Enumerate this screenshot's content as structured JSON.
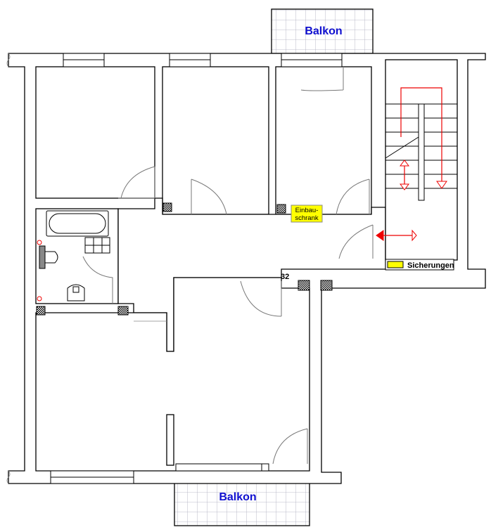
{
  "labels": {
    "balcony_top": "Balkon",
    "balcony_bottom": "Balkon",
    "built_in_closet_line1": "Einbau-",
    "built_in_closet_line2": "schrank",
    "fuse_box": "Sicherungen",
    "unit_number": "32"
  },
  "colors": {
    "balcony_label": "#1010d0",
    "highlight": "#ffff00",
    "arrow": "#ee0000"
  }
}
